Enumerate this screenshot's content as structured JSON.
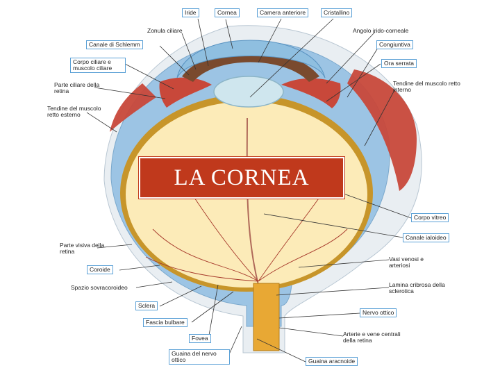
{
  "title": "LA CORNEA",
  "labels": {
    "iride": "Iride",
    "cornea": "Cornea",
    "camera_anteriore": "Camera anteriore",
    "cristallino": "Cristallino",
    "zonula_ciliare": "Zonula ciliare",
    "angolo_irido_corneale": "Angolo irido-corneale",
    "canale_schlemm": "Canale di Schlemm",
    "congiuntiva": "Congiuntiva",
    "corpo_ciliare": "Corpo ciliare e muscolo ciliare",
    "ora_serrata": "Ora serrata",
    "parte_ciliare_retina": "Parte ciliare della retina",
    "tendine_retto_interno": "Tendine del muscolo retto interno",
    "tendine_retto_esterno": "Tendine del muscolo retto esterno",
    "corpo_vitreo": "Corpo vitreo",
    "canale_ialoideo": "Canale ialoideo",
    "parte_visiva_retina": "Parte visiva della retina",
    "vasi_venosi": "Vasi venosi e arteriosi",
    "coroide": "Coroide",
    "spazio_sovracoroideo": "Spazio sovracoroideo",
    "lamina_cribrosa": "Lamina cribrosa della sclerotica",
    "sclera": "Sclera",
    "nervo_ottico": "Nervo ottico",
    "fascia_bulbare": "Fascia bulbare",
    "arterie_vene_centrali": "Arterie e vene centrali della retina",
    "fovea": "Fovea",
    "guaina_nervo_ottico": "Guaina del nervo ottico",
    "guaina_aracnoide": "Guaina aracnoide"
  },
  "colors": {
    "sclera": "#9cc4e4",
    "choroid": "#c7952a",
    "vitreous": "#fcebb8",
    "lens": "#cfe6ee",
    "muscle": "#c8483a",
    "iris": "#7a4a2e",
    "nerve": "#e8a834",
    "title_bg": "#c0391c",
    "label_border": "#5aa0d6"
  }
}
